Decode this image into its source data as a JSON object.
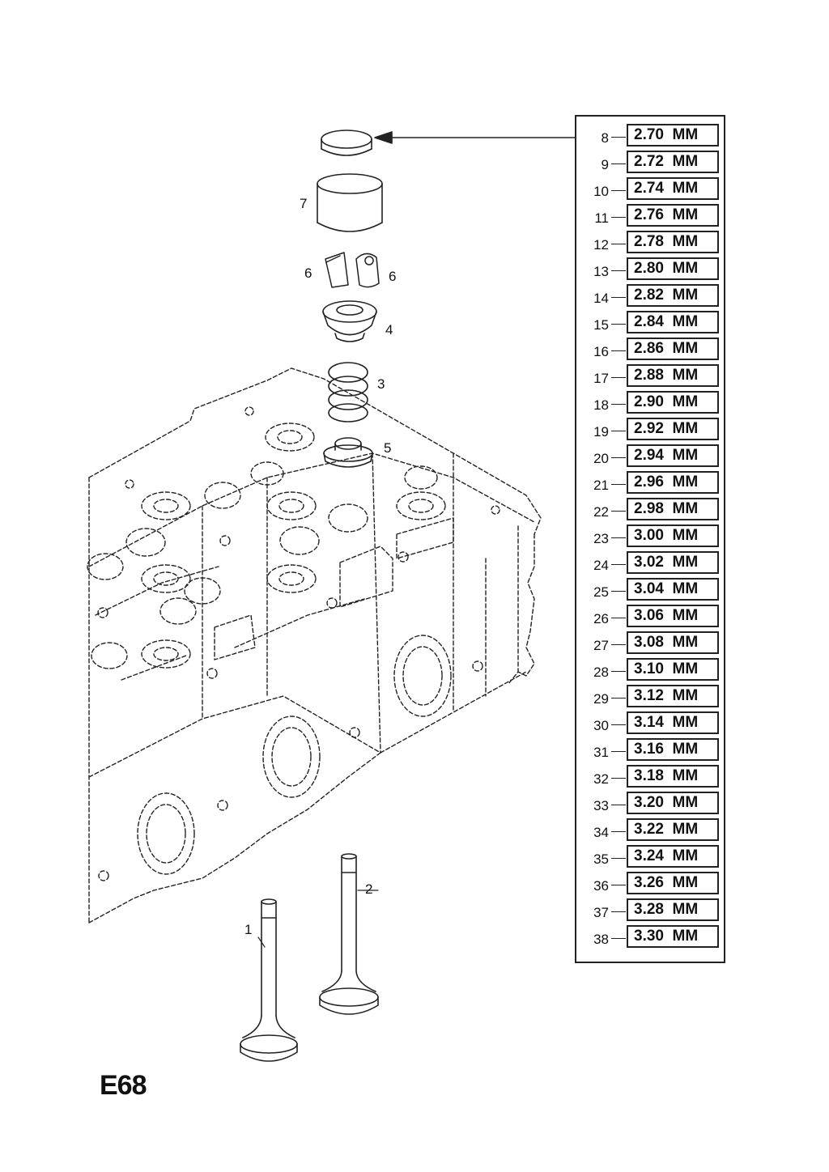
{
  "diagram": {
    "page_code": "E68",
    "callouts": {
      "c1": "1",
      "c2": "2",
      "c3": "3",
      "c4": "4",
      "c5": "5",
      "c6a": "6",
      "c6b": "6",
      "c7": "7"
    },
    "shim_table": [
      {
        "item": "8",
        "size": "2.70  MM"
      },
      {
        "item": "9",
        "size": "2.72  MM"
      },
      {
        "item": "10",
        "size": "2.74  MM"
      },
      {
        "item": "11",
        "size": "2.76  MM"
      },
      {
        "item": "12",
        "size": "2.78  MM"
      },
      {
        "item": "13",
        "size": "2.80  MM"
      },
      {
        "item": "14",
        "size": "2.82  MM"
      },
      {
        "item": "15",
        "size": "2.84  MM"
      },
      {
        "item": "16",
        "size": "2.86  MM"
      },
      {
        "item": "17",
        "size": "2.88  MM"
      },
      {
        "item": "18",
        "size": "2.90  MM"
      },
      {
        "item": "19",
        "size": "2.92  MM"
      },
      {
        "item": "20",
        "size": "2.94  MM"
      },
      {
        "item": "21",
        "size": "2.96  MM"
      },
      {
        "item": "22",
        "size": "2.98  MM"
      },
      {
        "item": "23",
        "size": "3.00  MM"
      },
      {
        "item": "24",
        "size": "3.02  MM"
      },
      {
        "item": "25",
        "size": "3.04  MM"
      },
      {
        "item": "26",
        "size": "3.06  MM"
      },
      {
        "item": "27",
        "size": "3.08  MM"
      },
      {
        "item": "28",
        "size": "3.10  MM"
      },
      {
        "item": "29",
        "size": "3.12  MM"
      },
      {
        "item": "30",
        "size": "3.14  MM"
      },
      {
        "item": "31",
        "size": "3.16  MM"
      },
      {
        "item": "32",
        "size": "3.18  MM"
      },
      {
        "item": "33",
        "size": "3.20  MM"
      },
      {
        "item": "34",
        "size": "3.22  MM"
      },
      {
        "item": "35",
        "size": "3.24  MM"
      },
      {
        "item": "36",
        "size": "3.26  MM"
      },
      {
        "item": "37",
        "size": "3.28  MM"
      },
      {
        "item": "38",
        "size": "3.30  MM"
      }
    ]
  }
}
